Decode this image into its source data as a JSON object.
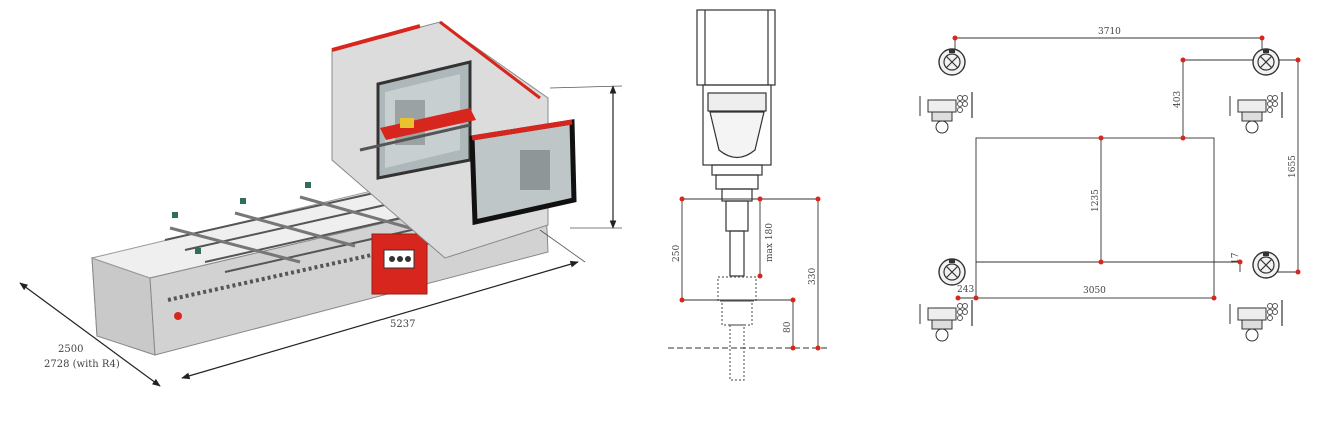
{
  "machine": {
    "depth_label": "2500",
    "depth_with_option_label": "2728 (with R4)",
    "length_label": "5237",
    "height_label": "",
    "colors": {
      "frame": "#d8d8d8",
      "accent": "#d7261e",
      "dark": "#222222"
    }
  },
  "spindle": {
    "stroke_label": "max 180",
    "length_a_label": "250",
    "length_b_label": "330",
    "offset_label": "80"
  },
  "layout": {
    "top_width_label": "3710",
    "right_offset_label": "403",
    "right_height_label": "1655",
    "inner_height_label": "1235",
    "small_gap_label": "17",
    "left_offset_label": "243",
    "bottom_width_label": "3050"
  },
  "icons": [
    "foot-pad-icon",
    "suction-cup-icon"
  ]
}
